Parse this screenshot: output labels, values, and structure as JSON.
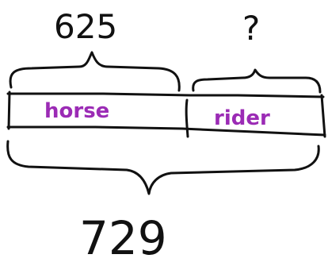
{
  "diagram": {
    "top_left_value": "625",
    "top_right_value": "?",
    "bottom_total": "729",
    "segments": [
      {
        "label": "horse"
      },
      {
        "label": "rider"
      }
    ],
    "ink_color": "#111111",
    "label_color": "#9b2bb5"
  }
}
